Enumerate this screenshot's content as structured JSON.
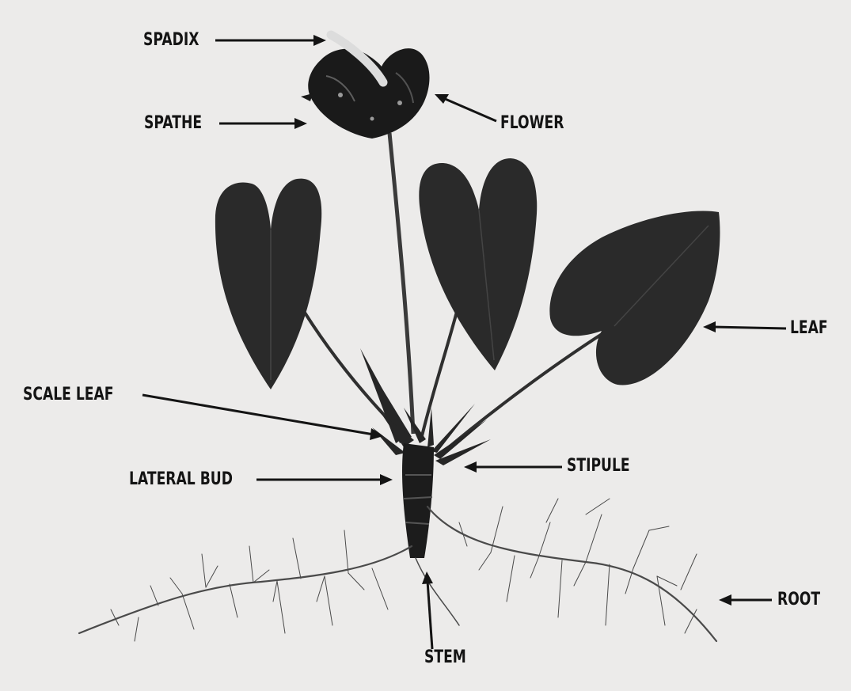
{
  "labels": {
    "spadix": "SPADIX",
    "spathe": "SPATHE",
    "flower": "FLOWER",
    "leaf": "LEAF",
    "scale_leaf": "SCALE LEAF",
    "lateral_bud": "LATERAL BUD",
    "stipule": "STIPULE",
    "root": "ROOT",
    "stem": "STEM"
  },
  "colors": {
    "background": "#ecebea",
    "ink": "#141414",
    "foliage": "#2a2a2a",
    "root": "#4a4a4a"
  }
}
